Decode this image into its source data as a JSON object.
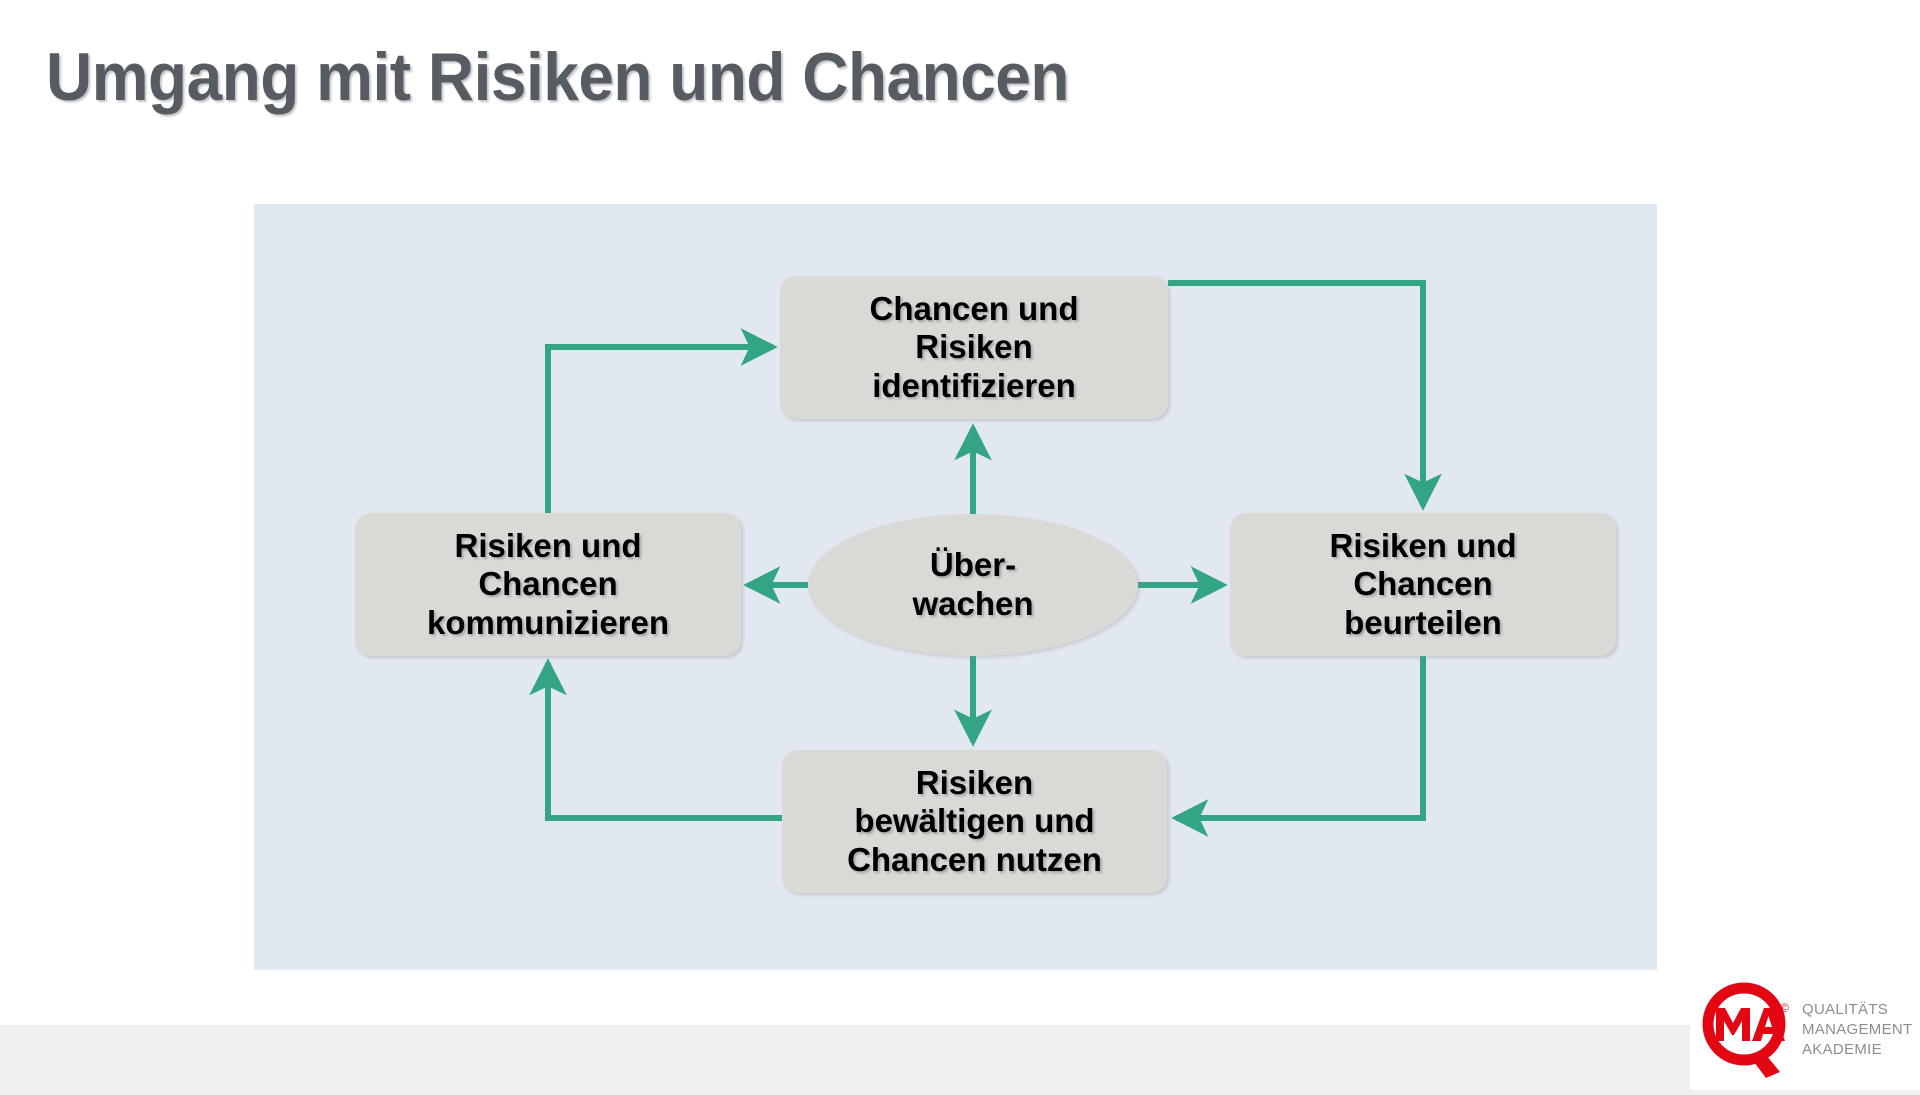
{
  "slide": {
    "title": "Umgang mit Risiken und Chancen"
  },
  "colors": {
    "panel_background": "#E2E8F2",
    "box_fill": "#D9D9D6",
    "arrow": "#33A585",
    "title_text": "#565C62",
    "box_text": "#000000",
    "logo_red": "#E30613",
    "logo_gray": "#8D8D8D",
    "footer_bar": "#F0F0F0",
    "page_background": "#FFFFFF"
  },
  "diagram": {
    "type": "cycle-flow",
    "nodes": {
      "top": {
        "id": "identifizieren",
        "label": "Chancen und\nRisiken\nidentifizieren",
        "shape": "rounded-rectangle"
      },
      "right": {
        "id": "beurteilen",
        "label": "Risiken und\nChancen\nbeurteilen",
        "shape": "rounded-rectangle"
      },
      "bottom": {
        "id": "bewaeltigen",
        "label": "Risiken\nbewältigen und\nChancen nutzen",
        "shape": "rounded-rectangle"
      },
      "left": {
        "id": "kommunizieren",
        "label": "Risiken und\nChancen\nkommunizieren",
        "shape": "rounded-rectangle"
      },
      "center": {
        "id": "ueberwachen",
        "label": "Über-\nwachen",
        "shape": "ellipse"
      }
    },
    "edges": [
      {
        "from": "left",
        "to": "top",
        "style": "elbow",
        "direction": "up-then-right"
      },
      {
        "from": "top",
        "to": "right",
        "style": "elbow",
        "direction": "right-then-down"
      },
      {
        "from": "right",
        "to": "bottom",
        "style": "elbow",
        "direction": "down-then-left"
      },
      {
        "from": "bottom",
        "to": "left",
        "style": "elbow",
        "direction": "left-then-up"
      },
      {
        "from": "center",
        "to": "top",
        "style": "straight",
        "direction": "up"
      },
      {
        "from": "center",
        "to": "right",
        "style": "straight",
        "direction": "right"
      },
      {
        "from": "center",
        "to": "bottom",
        "style": "straight",
        "direction": "down"
      },
      {
        "from": "center",
        "to": "left",
        "style": "straight",
        "direction": "left"
      }
    ]
  },
  "logo": {
    "mark_text": "MA",
    "mark_letter_q": "Q",
    "copyright_symbol": "©",
    "wordmark": "QUALITÄTS\nMANAGEMENT\nAKADEMIE"
  }
}
